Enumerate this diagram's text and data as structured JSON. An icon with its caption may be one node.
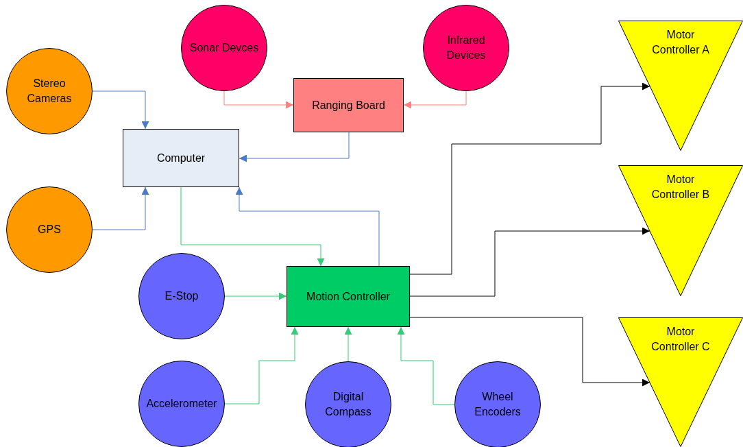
{
  "diagram": {
    "nodes": [
      {
        "text": [
          "Stereo Cameras"
        ]
      },
      {
        "text": [
          "GPS"
        ]
      },
      {
        "text": [
          "Sonar Devces"
        ]
      },
      {
        "text": [
          "Infrared Devices"
        ]
      },
      {
        "text": [
          "Ranging Board"
        ]
      },
      {
        "text": [
          "Computer"
        ]
      },
      {
        "text": [
          "E-Stop"
        ]
      },
      {
        "text": [
          "Motion Controller"
        ]
      },
      {
        "text": [
          "Accelerometer"
        ]
      },
      {
        "text": [
          "Digital Compass"
        ]
      },
      {
        "text": [
          "Wheel Encoders"
        ]
      },
      {
        "text": [
          "Motor Controller A"
        ]
      },
      {
        "text": [
          "Motor Controller B"
        ]
      },
      {
        "text": [
          "Motor Controller C"
        ]
      }
    ],
    "edges": [
      {
        "from": 0,
        "to": 5,
        "arrow": "to",
        "color": "#4a7ac8"
      },
      {
        "from": 1,
        "to": 5,
        "arrow": "to",
        "color": "#4a7ac8"
      },
      {
        "from": 2,
        "to": 4,
        "arrow": "to",
        "color": "#ff8080"
      },
      {
        "from": 3,
        "to": 4,
        "arrow": "to",
        "color": "#ff8080"
      },
      {
        "from": 4,
        "to": 5,
        "arrow": "to",
        "color": "#4a7ac8"
      },
      {
        "from": 7,
        "to": 5,
        "arrow": "to",
        "color": "#4a7ac8"
      },
      {
        "from": 5,
        "to": 7,
        "arrow": "to"
      },
      {
        "from": 6,
        "to": 7,
        "arrow": "to"
      },
      {
        "from": 8,
        "to": 7,
        "arrow": "to"
      },
      {
        "from": 9,
        "to": 7,
        "arrow": "to"
      },
      {
        "from": 10,
        "to": 7,
        "arrow": "to"
      },
      {
        "from": 7,
        "to": 11,
        "arrow": "to",
        "color": "#000000"
      },
      {
        "from": 7,
        "to": 12,
        "arrow": "to",
        "color": "#000000"
      },
      {
        "from": 7,
        "to": 13,
        "arrow": "to",
        "color": "#000000"
      }
    ]
  }
}
